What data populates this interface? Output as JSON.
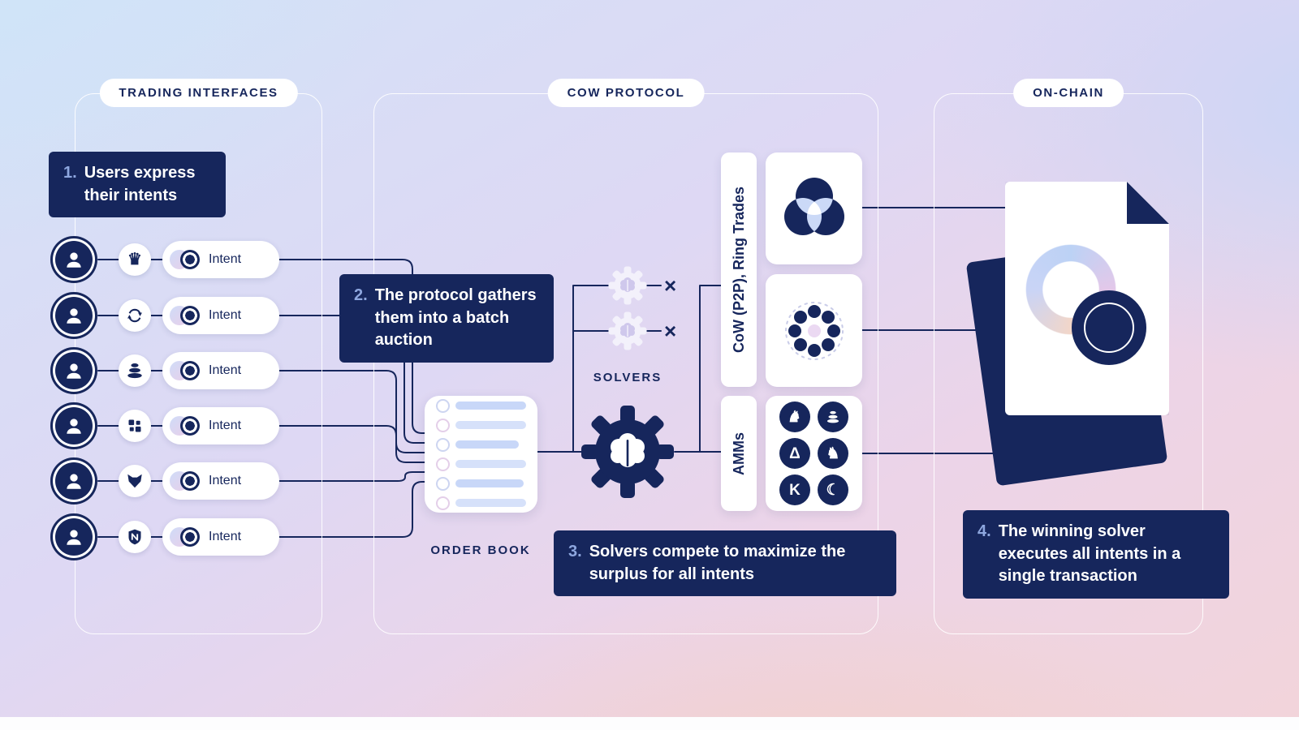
{
  "sections": {
    "trading": {
      "label": "TRADING INTERFACES"
    },
    "protocol": {
      "label": "COW PROTOCOL"
    },
    "onchain": {
      "label": "ON-CHAIN"
    }
  },
  "steps": {
    "step1": {
      "number": "1.",
      "text": "Users express their intents"
    },
    "step2": {
      "number": "2.",
      "text": "The protocol gathers them into a batch auction"
    },
    "step3": {
      "number": "3.",
      "text": "Solvers compete to maximize the surplus for all intents"
    },
    "step4": {
      "number": "4.",
      "text": "The winning solver executes all intents in a single transaction"
    }
  },
  "left": {
    "rows": [
      {
        "interface": "cow-swap",
        "intent_label": "Intent"
      },
      {
        "interface": "circular-arrows",
        "intent_label": "Intent"
      },
      {
        "interface": "stacked-stones",
        "intent_label": "Intent"
      },
      {
        "interface": "pixel-squares",
        "intent_label": "Intent"
      },
      {
        "interface": "fox",
        "intent_label": "Intent"
      },
      {
        "interface": "shield",
        "intent_label": "Intent"
      }
    ]
  },
  "middle": {
    "order_book_label": "ORDER BOOK",
    "solvers_label": "SOLVERS",
    "reject_mark": "×",
    "cow_group_label": "CoW (P2P), Ring Trades",
    "amm_group_label": "AMMs"
  },
  "icons": {
    "crown_glyph": "♛",
    "knight_glyph": "♞",
    "delta_glyph": "Δ",
    "kyber_glyph": "K",
    "crescent_glyph": "☾"
  },
  "colors": {
    "navy": "#16265C",
    "accent_light_blue": "#C8D7F8",
    "card_white": "#FFFFFF",
    "bg_blue": "#CFE3F8",
    "bg_lavender": "#DDD8F4",
    "bg_pink": "#F2D4DA"
  }
}
